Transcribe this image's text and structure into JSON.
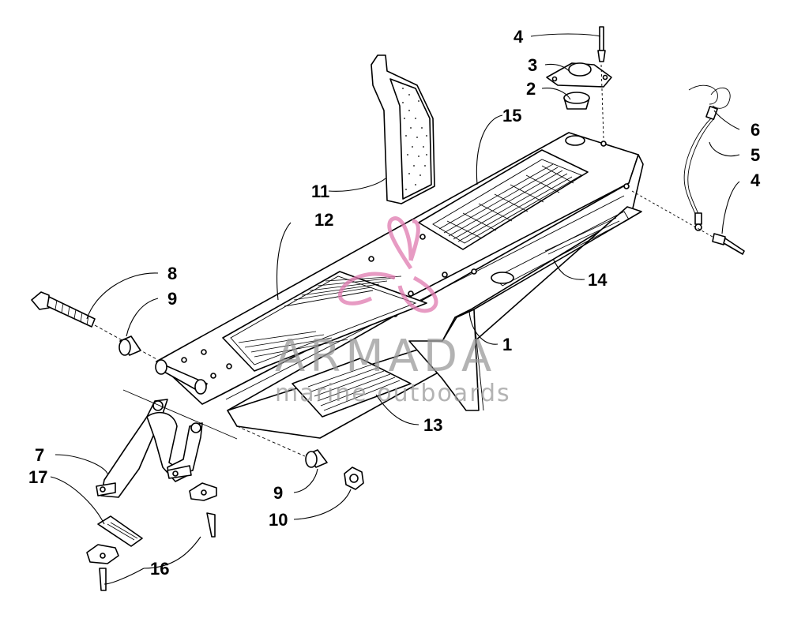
{
  "diagram": {
    "callouts": [
      {
        "id": "c4a",
        "label": "4"
      },
      {
        "id": "c3",
        "label": "3"
      },
      {
        "id": "c2",
        "label": "2"
      },
      {
        "id": "c15",
        "label": "15"
      },
      {
        "id": "c6",
        "label": "6"
      },
      {
        "id": "c5",
        "label": "5"
      },
      {
        "id": "c4b",
        "label": "4"
      },
      {
        "id": "c11",
        "label": "11"
      },
      {
        "id": "c12",
        "label": "12"
      },
      {
        "id": "c14",
        "label": "14"
      },
      {
        "id": "c8",
        "label": "8"
      },
      {
        "id": "c9a",
        "label": "9"
      },
      {
        "id": "c1",
        "label": "1"
      },
      {
        "id": "c13",
        "label": "13"
      },
      {
        "id": "c7",
        "label": "7"
      },
      {
        "id": "c17",
        "label": "17"
      },
      {
        "id": "c9b",
        "label": "9"
      },
      {
        "id": "c10",
        "label": "10"
      },
      {
        "id": "c16",
        "label": "16"
      }
    ]
  },
  "watermark": {
    "brand": "ARMADA",
    "tagline": "marine outboards",
    "logo_color": "#e07ab0"
  }
}
